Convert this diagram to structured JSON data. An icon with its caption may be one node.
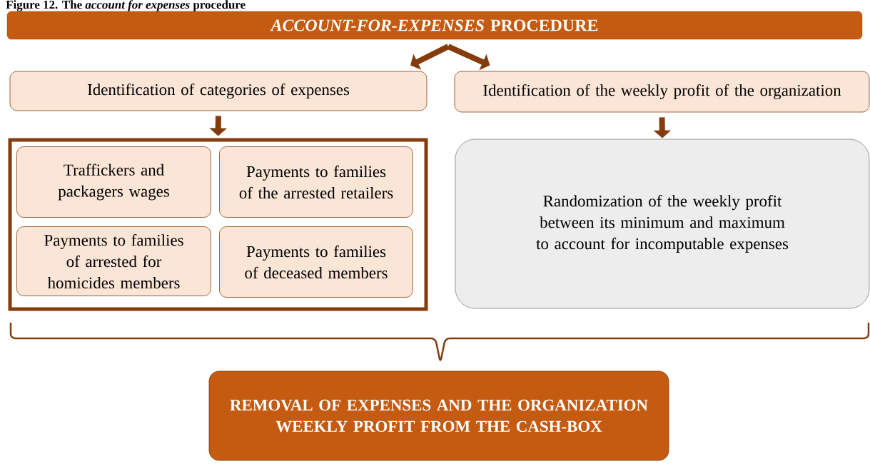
{
  "diagram": {
    "title": "Figure 12. The *account for expenses* procedure",
    "nodes": [
      {
        "text": [
          "*ACCOUNT-FOR-EXPENSES* PROCEDURE"
        ]
      },
      {
        "text": [
          "Identification of categories of expenses"
        ]
      },
      {
        "text": [
          "Identification of the weekly profit of the organization"
        ]
      },
      {
        "text": [],
        "shape": "box"
      },
      {
        "text": [
          "Traffickers and packagers wages"
        ],
        "in": 3
      },
      {
        "text": [
          "Payments to families of the arrested retailers"
        ],
        "in": 3
      },
      {
        "text": [
          "Payments to families of arrested for homicides members"
        ],
        "in": 3
      },
      {
        "text": [
          "Payments to families of deceased members"
        ],
        "in": 3
      },
      {
        "text": [
          "Randomization of the weekly profit between its minimum and maximum to account for incomputable expenses"
        ]
      },
      {
        "text": [
          "REMOVAL OF EXPENSES AND THE ORGANIZATION WEEKLY PROFIT FROM THE CASH-BOX"
        ]
      }
    ],
    "edges": [
      {
        "from": 0,
        "to": 1,
        "arrow": "to"
      },
      {
        "from": 0,
        "to": 2,
        "arrow": "to"
      },
      {
        "from": 1,
        "to": 3,
        "arrow": "to"
      },
      {
        "from": 2,
        "to": 8,
        "arrow": "to"
      }
    ]
  }
}
